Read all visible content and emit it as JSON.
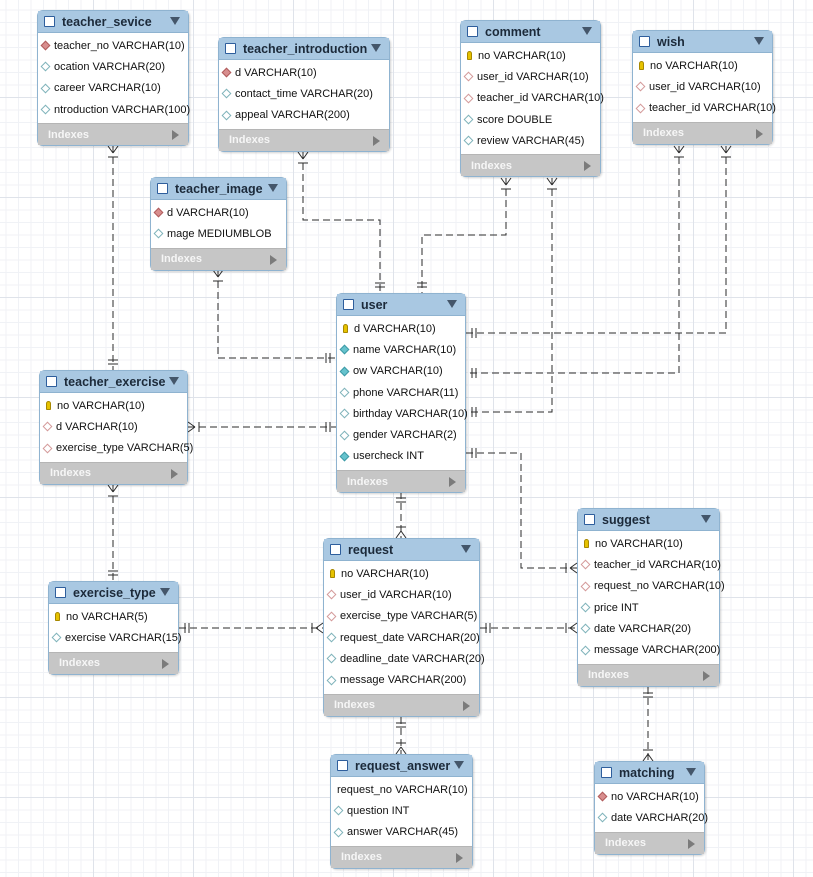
{
  "diagram": {
    "indexes_label": "Indexes",
    "line_color": "#2b2b2b",
    "tables": [
      {
        "key": "teacher_sevice",
        "name": "teacher_sevice",
        "columns": [
          {
            "text": "teacher_no VARCHAR(10)",
            "marker": "fk"
          },
          {
            "text": "ocation VARCHAR(20)",
            "marker": "att"
          },
          {
            "text": "career VARCHAR(10)",
            "marker": "att"
          },
          {
            "text": "ntroduction VARCHAR(100)",
            "marker": "att"
          }
        ]
      },
      {
        "key": "teacher_introduction",
        "name": "teacher_introduction",
        "columns": [
          {
            "text": "d VARCHAR(10)",
            "marker": "fk"
          },
          {
            "text": "contact_time VARCHAR(20)",
            "marker": "att"
          },
          {
            "text": "appeal VARCHAR(200)",
            "marker": "att"
          }
        ]
      },
      {
        "key": "comment",
        "name": "comment",
        "columns": [
          {
            "text": "no VARCHAR(10)",
            "marker": "pk"
          },
          {
            "text": "user_id VARCHAR(10)",
            "marker": "fkx"
          },
          {
            "text": "teacher_id VARCHAR(10)",
            "marker": "fkx"
          },
          {
            "text": "score DOUBLE",
            "marker": "att"
          },
          {
            "text": "review VARCHAR(45)",
            "marker": "att"
          }
        ]
      },
      {
        "key": "wish",
        "name": "wish",
        "columns": [
          {
            "text": "no VARCHAR(10)",
            "marker": "pk"
          },
          {
            "text": "user_id VARCHAR(10)",
            "marker": "fkx"
          },
          {
            "text": "teacher_id VARCHAR(10)",
            "marker": "fkx"
          }
        ]
      },
      {
        "key": "teacher_image",
        "name": "teacher_image",
        "columns": [
          {
            "text": "d VARCHAR(10)",
            "marker": "fk"
          },
          {
            "text": "mage MEDIUMBLOB",
            "marker": "att"
          }
        ]
      },
      {
        "key": "user",
        "name": "user",
        "columns": [
          {
            "text": "d VARCHAR(10)",
            "marker": "pk"
          },
          {
            "text": "name VARCHAR(10)",
            "marker": "req"
          },
          {
            "text": "ow VARCHAR(10)",
            "marker": "req"
          },
          {
            "text": "phone VARCHAR(11)",
            "marker": "att"
          },
          {
            "text": "birthday VARCHAR(10)",
            "marker": "att"
          },
          {
            "text": "gender VARCHAR(2)",
            "marker": "att"
          },
          {
            "text": "usercheck INT",
            "marker": "req"
          }
        ]
      },
      {
        "key": "teacher_exercise",
        "name": "teacher_exercise",
        "columns": [
          {
            "text": "no VARCHAR(10)",
            "marker": "pk"
          },
          {
            "text": "d VARCHAR(10)",
            "marker": "fkx"
          },
          {
            "text": "exercise_type VARCHAR(5)",
            "marker": "fkx"
          }
        ]
      },
      {
        "key": "suggest",
        "name": "suggest",
        "columns": [
          {
            "text": "no VARCHAR(10)",
            "marker": "pk"
          },
          {
            "text": "teacher_id VARCHAR(10)",
            "marker": "fkx"
          },
          {
            "text": "request_no VARCHAR(10)",
            "marker": "fkx"
          },
          {
            "text": "price INT",
            "marker": "att"
          },
          {
            "text": "date VARCHAR(20)",
            "marker": "att"
          },
          {
            "text": "message VARCHAR(200)",
            "marker": "att"
          }
        ]
      },
      {
        "key": "request",
        "name": "request",
        "columns": [
          {
            "text": "no VARCHAR(10)",
            "marker": "pk"
          },
          {
            "text": "user_id VARCHAR(10)",
            "marker": "fkx"
          },
          {
            "text": "exercise_type VARCHAR(5)",
            "marker": "fkx"
          },
          {
            "text": "request_date VARCHAR(20)",
            "marker": "att"
          },
          {
            "text": "deadline_date VARCHAR(20)",
            "marker": "att"
          },
          {
            "text": "message VARCHAR(200)",
            "marker": "att"
          }
        ]
      },
      {
        "key": "exercise_type",
        "name": "exercise_type",
        "columns": [
          {
            "text": "no VARCHAR(5)",
            "marker": "pk"
          },
          {
            "text": "exercise VARCHAR(15)",
            "marker": "att"
          }
        ]
      },
      {
        "key": "request_answer",
        "name": "request_answer",
        "columns": [
          {
            "text": "request_no VARCHAR(10)",
            "marker": "none"
          },
          {
            "text": "question INT",
            "marker": "att"
          },
          {
            "text": "answer VARCHAR(45)",
            "marker": "att"
          }
        ]
      },
      {
        "key": "matching",
        "name": "matching",
        "columns": [
          {
            "text": "no VARCHAR(10)",
            "marker": "fk"
          },
          {
            "text": "date VARCHAR(20)",
            "marker": "att"
          }
        ]
      }
    ]
  }
}
